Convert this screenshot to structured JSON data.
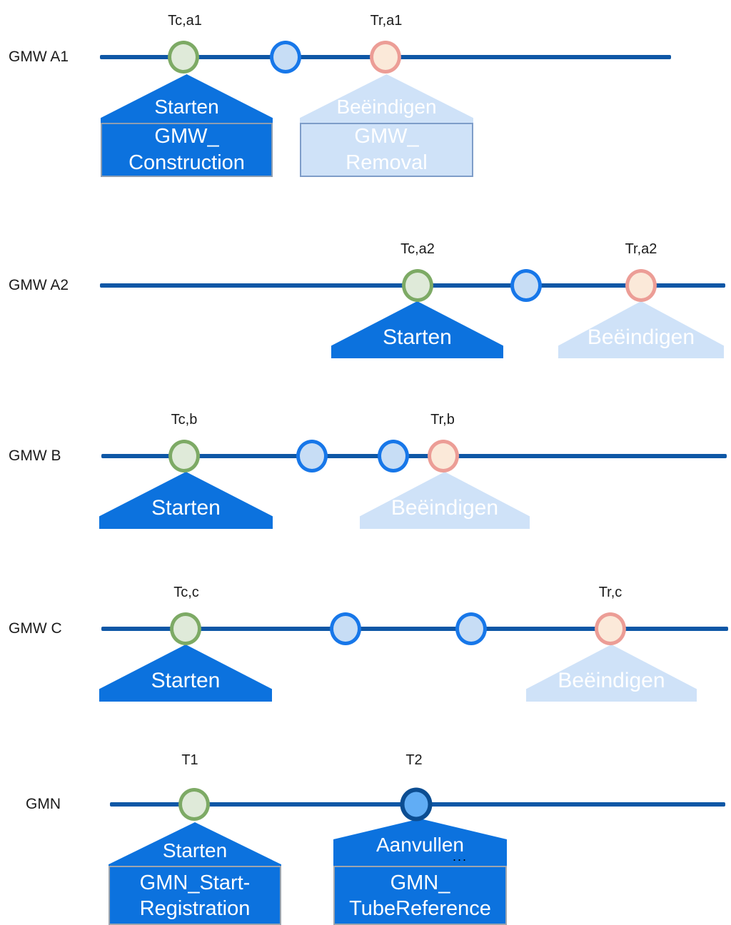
{
  "rows": [
    {
      "label": "GMW A1",
      "time_labels": [
        "Tc,a1",
        "Tr,a1"
      ],
      "callouts": [
        {
          "action": "Starten",
          "box": [
            "GMW_",
            "Construction"
          ],
          "state": "active"
        },
        {
          "action": "Beëindigen",
          "box": [
            "GMW_",
            "Removal"
          ],
          "state": "inactive"
        }
      ]
    },
    {
      "label": "GMW A2",
      "time_labels": [
        "Tc,a2",
        "Tr,a2"
      ],
      "callouts": [
        {
          "action": "Starten",
          "state": "active"
        },
        {
          "action": "Beëindigen",
          "state": "inactive"
        }
      ]
    },
    {
      "label": "GMW B",
      "time_labels": [
        "Tc,b",
        "Tr,b"
      ],
      "callouts": [
        {
          "action": "Starten",
          "state": "active"
        },
        {
          "action": "Beëindigen",
          "state": "inactive"
        }
      ]
    },
    {
      "label": "GMW C",
      "time_labels": [
        "Tc,c",
        "Tr,c"
      ],
      "callouts": [
        {
          "action": "Starten",
          "state": "active"
        },
        {
          "action": "Beëindigen",
          "state": "inactive"
        }
      ]
    },
    {
      "label": "GMN",
      "time_labels": [
        "T1",
        "T2"
      ],
      "ellipsis": "...",
      "callouts": [
        {
          "action": "Starten",
          "box": [
            "GMN_Start-",
            "Registration"
          ],
          "state": "active"
        },
        {
          "action": "Aanvullen",
          "box": [
            "GMN_",
            "TubeReference"
          ],
          "state": "active"
        }
      ]
    }
  ],
  "colors": {
    "timeline": "#0E57A6",
    "start_dot_border": "#7DAA65",
    "start_dot_fill": "#DFEAD9",
    "intermediate_dot_border": "#1777E9",
    "intermediate_dot_fill": "#C7DDF5",
    "end_dot_border": "#EC9D96",
    "end_dot_fill": "#FBE9D9",
    "tube_reference_dot_border": "#0B4D92",
    "tube_reference_dot_fill": "#61ADF5",
    "callout_active": "#0C72DE",
    "callout_inactive": "#CFE2F8"
  }
}
